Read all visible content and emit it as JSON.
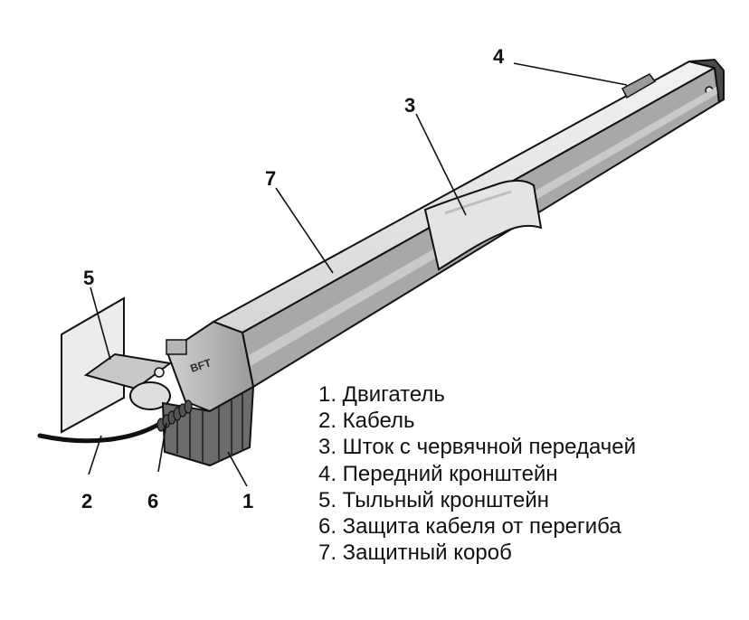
{
  "brand_text": "BFT",
  "callouts": [
    "1",
    "2",
    "3",
    "4",
    "5",
    "6",
    "7"
  ],
  "legend": [
    "1. Двигатель",
    "2. Кабель",
    "3. Шток с червячной передачей",
    "4. Передний кронштейн",
    "5. Тыльный кронштейн",
    "6. Защита кабеля от перегиба",
    "7. Защитный короб"
  ]
}
